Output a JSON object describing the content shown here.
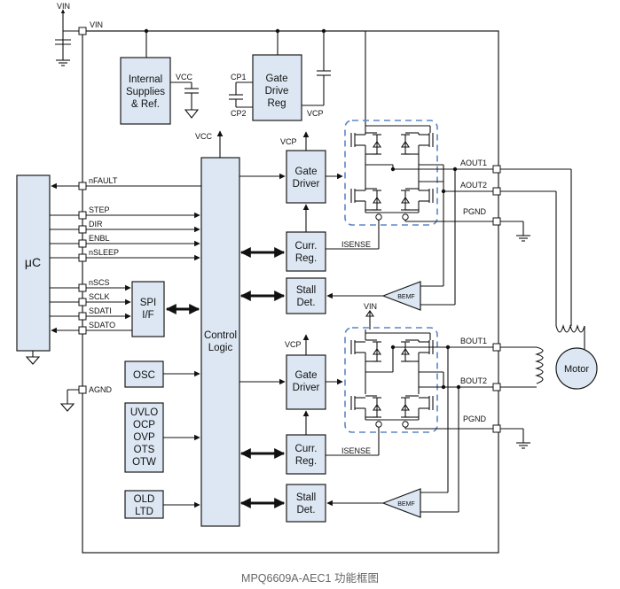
{
  "caption": "MPQ6609A-AEC1 功能框图",
  "colors": {
    "block_fill": "#dce7f3",
    "dashed_outline": "#5b87c6",
    "line": "#111111"
  },
  "blocks": {
    "supplies": [
      "Internal",
      "Supplies",
      "& Ref."
    ],
    "gate_drive_reg": [
      "Gate",
      "Drive",
      "Reg"
    ],
    "uc": "μC",
    "control_logic": [
      "Control",
      "Logic"
    ],
    "spi": [
      "SPI",
      "I/F"
    ],
    "osc": "OSC",
    "protect": [
      "UVLO",
      "OCP",
      "OVP",
      "OTS",
      "OTW"
    ],
    "old": [
      "OLD",
      "LTD"
    ],
    "gate_driver_a": [
      "Gate",
      "Driver"
    ],
    "gate_driver_b": [
      "Gate",
      "Driver"
    ],
    "curr_reg_a": [
      "Curr.",
      "Reg."
    ],
    "curr_reg_b": [
      "Curr.",
      "Reg."
    ],
    "stall_a": [
      "Stall",
      "Det."
    ],
    "stall_b": [
      "Stall",
      "Det."
    ],
    "bemf_a": "BEMF",
    "bemf_b": "BEMF",
    "motor": "Motor"
  },
  "labels": {
    "vin_top": "VIN",
    "vin_pin": "VIN",
    "vin_mid": "VIN",
    "vcc_supply": "VCC",
    "vcc_logic": "VCC",
    "cp1": "CP1",
    "cp2": "CP2",
    "vcp_reg": "VCP",
    "vcp_a": "VCP",
    "vcp_b": "VCP",
    "isense_a": "ISENSE",
    "isense_b": "ISENSE",
    "agnd": "AGND"
  },
  "left_pins": [
    "nFAULT",
    "STEP",
    "DIR",
    "ENBL",
    "nSLEEP",
    "nSCS",
    "SCLK",
    "SDATI",
    "SDATO"
  ],
  "right_pins": [
    "AOUT1",
    "AOUT2",
    "PGND",
    "BOUT1",
    "BOUT2",
    "PGND"
  ]
}
